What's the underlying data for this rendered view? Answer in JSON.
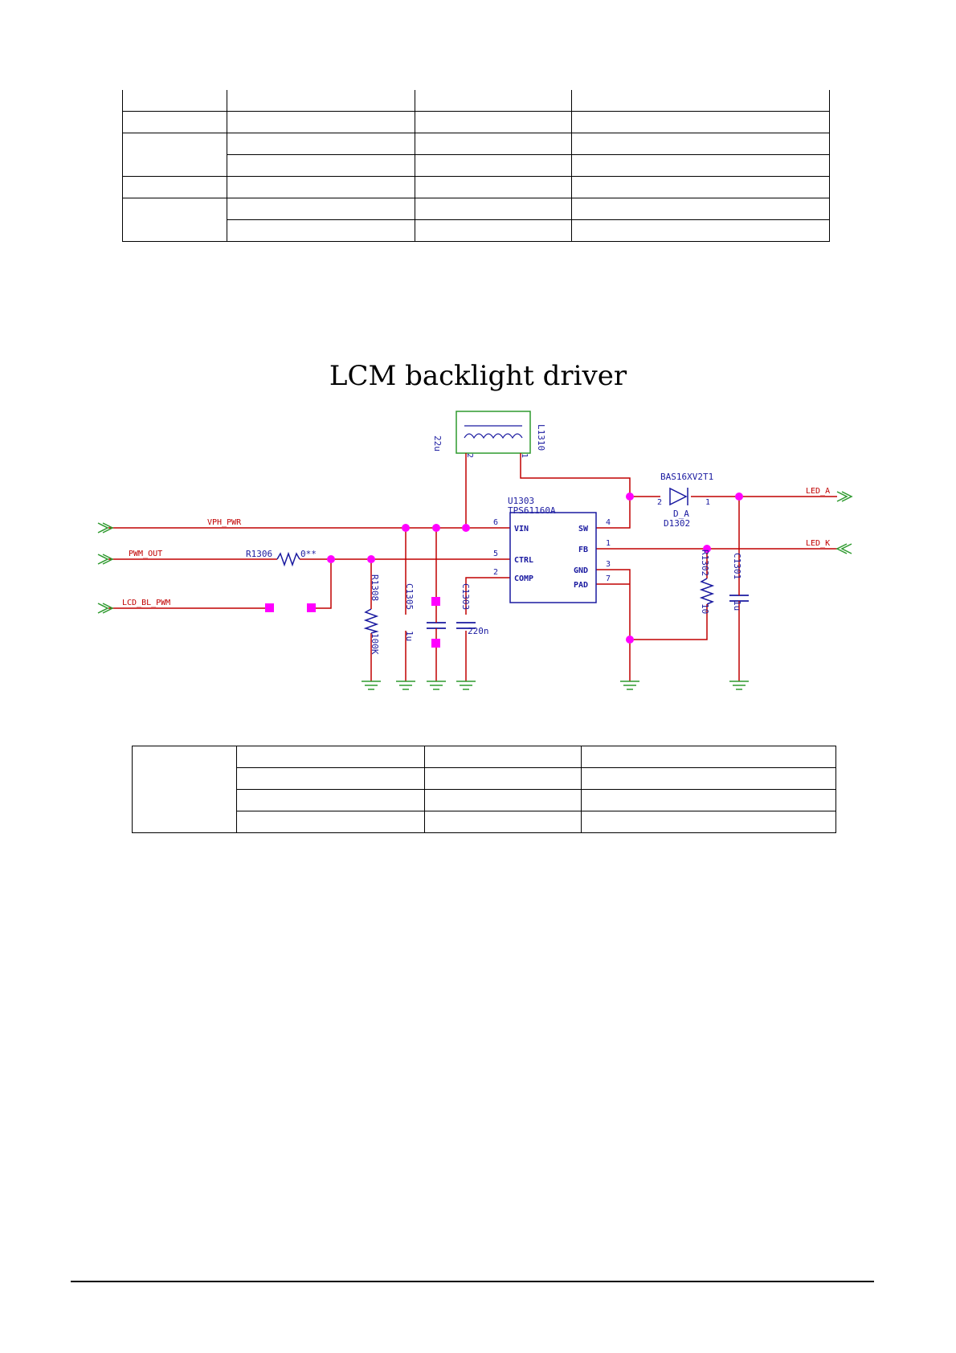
{
  "title": "LCM backlight driver",
  "colors": {
    "wire": "#c00000",
    "port": "#2e9a2e",
    "junction": "#ff00ff",
    "part": "#1a1aa0"
  },
  "table_top": {
    "rows": 7,
    "cols": 4
  },
  "table_bottom": {
    "rows": 4,
    "cols": 4
  },
  "net": {
    "vph_pwr": "VPH_PWR",
    "pwm_out": "PWM_OUT",
    "lcd_bl_pwm": "LCD_BL_PWM",
    "led_a": "LED_A",
    "led_k": "LED_K"
  },
  "parts": {
    "inductor_ref": "L1310",
    "inductor_val": "22u",
    "ic_ref": "U1303",
    "ic_val": "TPS61160A",
    "diode_part": "BAS16XV2T1",
    "diode_label": "D_A",
    "diode_ref": "D1302",
    "r1306_ref": "R1306",
    "r1306_val": "0**",
    "r1308_ref": "R1308",
    "r1308_val": "100K",
    "c1305_ref": "C1305",
    "c1305_val": "1u",
    "c1303_ref": "C1303",
    "c1303_val": "220n",
    "r1302_ref": "R1302",
    "r1302_val": "10",
    "c1301_ref": "C1301",
    "c1301_val": "1u"
  },
  "pins": {
    "vin": "VIN",
    "ctrl": "CTRL",
    "comp": "COMP",
    "sw": "SW",
    "fb": "FB",
    "gnd": "GND",
    "pad": "PAD",
    "n6": "6",
    "n5": "5",
    "n2": "2",
    "n4": "4",
    "n1": "1",
    "n3": "3",
    "n7": "7",
    "l2": "2",
    "l1": "1",
    "d2": "2",
    "d1": "1"
  }
}
